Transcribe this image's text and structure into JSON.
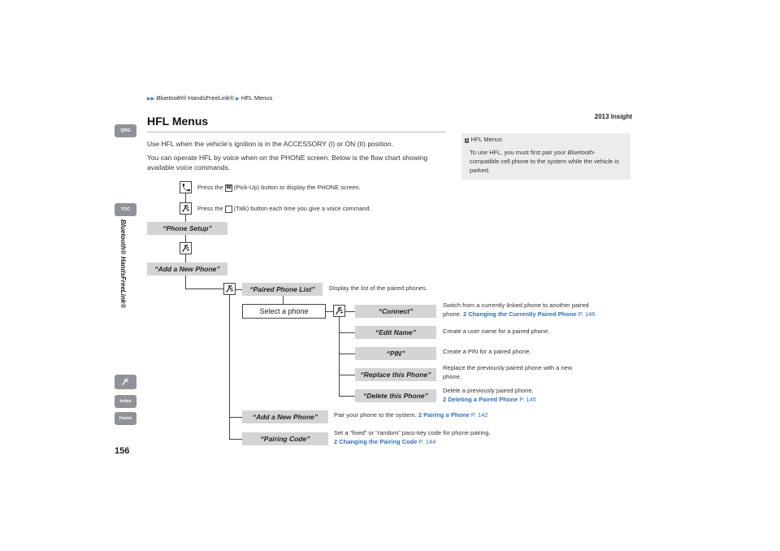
{
  "breadcrumb": {
    "part1": "Bluetooth",
    "part2": "® HandsFreeLink®",
    "part3": "HFL Menus"
  },
  "model": "2013 Insight",
  "side_tabs": {
    "qrg": "QRG",
    "toc": "TOC",
    "section": "Bluetooth® HandsFreeLink®",
    "index": "Index",
    "home": "Home"
  },
  "page": {
    "title": "HFL Menus",
    "p1": "Use HFL when the vehicle’s ignition is in the ACCESSORY (I) or ON (II) position.",
    "p2": "You can operate HFL by voice when on the PHONE screen. Below is the flow chart showing available voice commands.",
    "number": "156"
  },
  "sidebox": {
    "num": "1",
    "heading": "HFL Menus",
    "body_a": "To use HFL, you must first pair your ",
    "body_it": "Bluetooth",
    "body_b": "-compatible cell phone to the system while the vehicle is parked."
  },
  "flow": {
    "pickup_a": "Press the",
    "pickup_b": "(Pick-Up) button to display the PHONE screen.",
    "talk_a": "Press the",
    "talk_b": "(Talk) button each time you give a voice command.",
    "phone_setup": "“Phone Setup”",
    "add_new_phone": "“Add a New Phone”",
    "paired_list": "“Paired Phone List”",
    "paired_list_desc": "Display the list of the paired phones.",
    "select_phone": "Select a phone",
    "connect": "“Connect”",
    "connect_desc1": "Switch from a currently linked phone to another paired",
    "connect_desc2": "phone.",
    "connect_link": "Changing the Currently Paired Phone",
    "connect_page": "P. 146",
    "edit_name": "“Edit Name”",
    "edit_name_desc": "Create a user name for a paired phone.",
    "pin": "“PIN”",
    "pin_desc": "Create a PIN for a paired phone.",
    "replace": "“Replace this Phone”",
    "replace_desc1": "Replace the previously paired phone with a new",
    "replace_desc2": "phone.",
    "delete": "“Delete this Phone”",
    "delete_desc1": "Delete a previously paired phone.",
    "delete_link": "Deleting a Paired Phone",
    "delete_page": "P. 145",
    "add_new_phone2": "“Add a New Phone”",
    "add_desc": "Pair your phone to the system.",
    "add_link": "Pairing a Phone",
    "add_page": "P. 142",
    "pairing_code": "“Pairing Code”",
    "pairing_desc": "Set a “fixed” or “random” pass-key code for phone pairing.",
    "pairing_link": "Changing the Pairing Code",
    "pairing_page": "P. 144",
    "arrow_glyph": "2"
  }
}
